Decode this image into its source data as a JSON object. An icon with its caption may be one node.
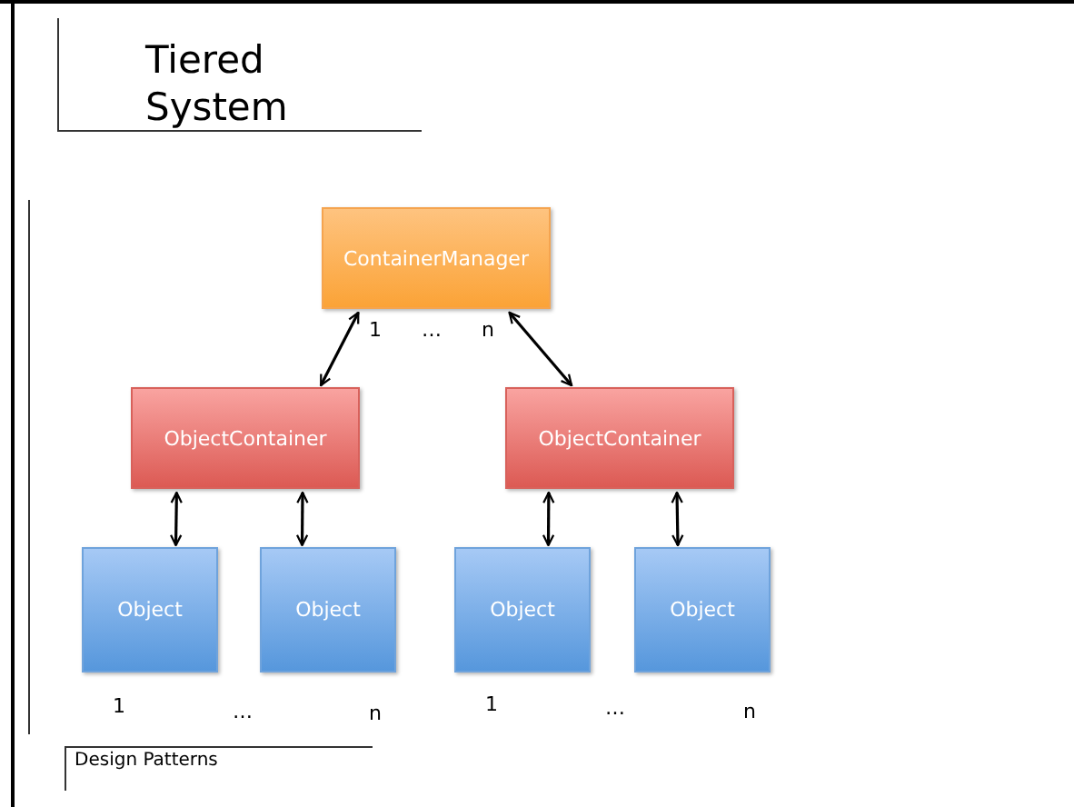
{
  "diagram": {
    "title": "Tiered System",
    "nodes": [
      {
        "text": [
          "ContainerManager"
        ]
      },
      {
        "text": [
          "ObjectContainer"
        ]
      },
      {
        "text": [
          "ObjectContainer"
        ]
      },
      {
        "text": [
          "Object"
        ]
      },
      {
        "text": [
          "Object"
        ]
      },
      {
        "text": [
          "Object"
        ]
      },
      {
        "text": [
          "Object"
        ]
      }
    ],
    "edges": [
      {
        "from": 0,
        "to": 1,
        "arrow": "both"
      },
      {
        "from": 0,
        "to": 2,
        "arrow": "both"
      },
      {
        "from": 1,
        "to": 3,
        "arrow": "both"
      },
      {
        "from": 1,
        "to": 4,
        "arrow": "both"
      },
      {
        "from": 2,
        "to": 5,
        "arrow": "both"
      },
      {
        "from": 2,
        "to": 6,
        "arrow": "both"
      }
    ],
    "labels": [
      "1",
      "…",
      "n",
      "1",
      "…",
      "n",
      "1",
      "…",
      "n",
      "Design Patterns"
    ]
  }
}
